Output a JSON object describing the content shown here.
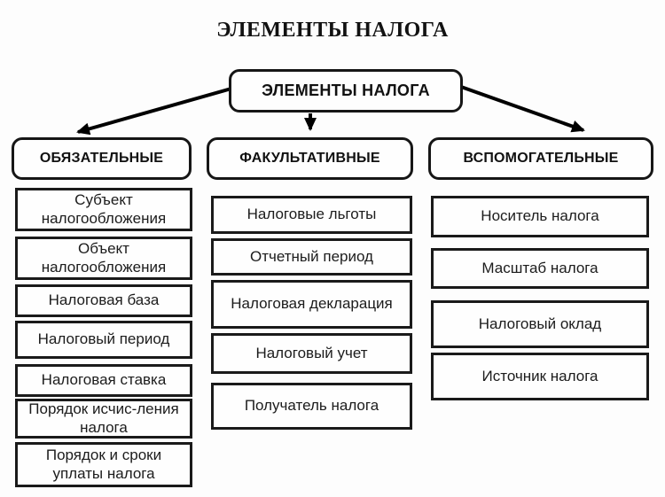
{
  "page_title": "ЭЛЕМЕНТЫ НАЛОГА",
  "root_label": "ЭЛЕМЕНТЫ НАЛОГА",
  "columns": [
    {
      "header": "ОБЯЗАТЕЛЬНЫЕ",
      "items": [
        "Субъект налогообложения",
        "Объект налогообложения",
        "Налоговая база",
        "Налоговый период",
        "Налоговая ставка",
        "Порядок исчис-ления налога",
        "Порядок и сроки уплаты налога"
      ]
    },
    {
      "header": "ФАКУЛЬТАТИВНЫЕ",
      "items": [
        "Налоговые льготы",
        "Отчетный период",
        "Налоговая декларация",
        "Налоговый учет",
        "Получатель налога"
      ]
    },
    {
      "header": "ВСПОМОГАТЕЛЬНЫЕ",
      "items": [
        "Носитель налога",
        "Масштаб налога",
        "Налоговый оклад",
        "Источник налога"
      ]
    }
  ],
  "colors": {
    "background": "#fdfdfd",
    "box_fill": "#fefefe",
    "border": "#161616",
    "text": "#1c1c1c",
    "arrow": "#000000"
  }
}
